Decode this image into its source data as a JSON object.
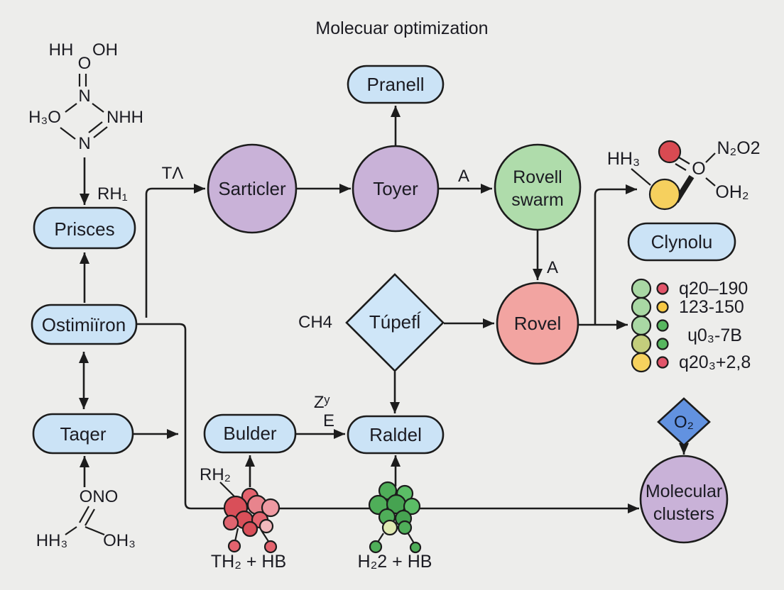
{
  "title": "Molecuar optimization",
  "nodes": {
    "prisces": "Prisces",
    "ostimiiron": "Ostimiïron",
    "taqer": "Taqer",
    "pranell": "Pranell",
    "sarticler": "Sarticler",
    "toyer": "Toyer",
    "rovell_swarm_line1": "Rovell",
    "rovell_swarm_line2": "swarm",
    "rovel": "Rovel",
    "tupefl": "Túpefĺ",
    "bulder": "Bulder",
    "raldel": "Raldel",
    "clynolu": "Clynolu",
    "o2": "O₂",
    "molecular_clusters_line1": "Molecular",
    "molecular_clusters_line2": "clusters"
  },
  "edge_labels": {
    "rh1": "RH₁",
    "ta": "TΛ",
    "a_top": "A",
    "a_right": "A",
    "ch4": "CH4",
    "z": "Zʸ",
    "e": "E",
    "rh2": "RH₂"
  },
  "molecules": {
    "top_left": {
      "hh": "HH",
      "oh": "OH",
      "o": "O",
      "n_top": "N",
      "left": "H₃O",
      "right": "NHH",
      "n_bottom": "N"
    },
    "bottom_left": {
      "top": "ONO",
      "left": "HH₃",
      "right": "OH₃"
    },
    "top_right": {
      "left": "HH₃",
      "o": "O",
      "top_right": "N₂O2",
      "bottom_right": "OH₂"
    }
  },
  "clusters": {
    "red_caption": "TH₂ + HB",
    "green_caption": "H₂2 + HB"
  },
  "legend": {
    "labels": [
      "q20–190",
      "123-150",
      "ɥ0₃-7B",
      "q20₃+2,8"
    ],
    "big_colors": [
      "#a9d8a4",
      "#a9d8a4",
      "#a9d8a4",
      "#c3ce7c",
      "#f6d25e"
    ],
    "small_colors": [
      "#e2556a",
      "#f6c844",
      "#57b75f",
      "#57b75f",
      "#e2556a"
    ]
  },
  "colors": {
    "background": "#ededeb",
    "node_blue": "#cbe3f6",
    "node_purple": "#c9b2d8",
    "node_green": "#afdcab",
    "node_pink": "#f2a4a1",
    "diamond_blue": "#cfe6f8",
    "o2_blue": "#6292e0",
    "atom_red": "#d94a52",
    "atom_yellow": "#f6d05e",
    "cluster_red": "#d94f59",
    "cluster_red_light": "#e8848d",
    "cluster_red_pale": "#f2b8bc",
    "cluster_green": "#4fae59",
    "cluster_green_dark": "#46a351",
    "cluster_green_pale": "#dfe9b2",
    "stroke": "#1c1c1c"
  }
}
